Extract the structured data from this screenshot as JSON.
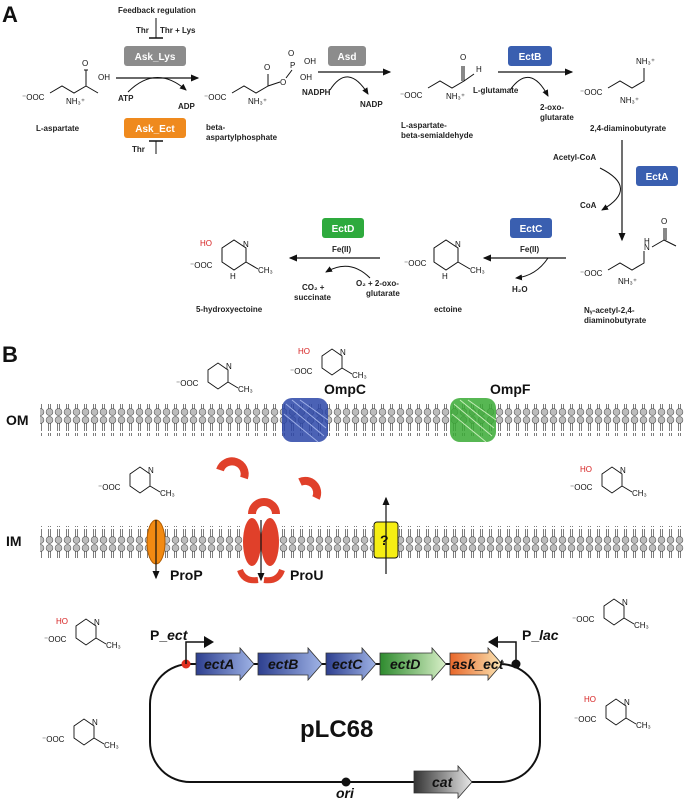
{
  "panel_a": {
    "panel_label": "A",
    "feedback_regulation": "Feedback regulation",
    "thr_a": "Thr",
    "thr_lys": "Thr + Lys",
    "thr_b": "Thr",
    "enzymes": {
      "ask_lys": "Ask_Lys",
      "ask_ect": "Ask_Ect",
      "asd": "Asd",
      "ectB": "EctB",
      "ectA": "EctA",
      "ectC": "EctC",
      "ectD": "EctD"
    },
    "cofactors": {
      "atp": "ATP",
      "adp": "ADP",
      "nadph": "NADPH",
      "nadp": "NADP",
      "l_glutamate": "L-glutamate",
      "oxoglutarate_1": "2-oxo-",
      "oxoglutarate_2": "glutarate",
      "acetyl_coa": "Acetyl-CoA",
      "coa": "CoA",
      "fe_c": "Fe(II)",
      "h2o": "H₂O",
      "fe_d": "Fe(II)",
      "o2_1": "O₂ + 2-oxo-",
      "o2_2": "glutarate",
      "co2_1": "CO₂ +",
      "co2_2": "succinate"
    },
    "compounds": {
      "aspartate": "L-aspartate",
      "bap_1": "beta-",
      "bap_2": "aspartylphosphate",
      "asa_1": "L-aspartate-",
      "asa_2": "beta-semialdehyde",
      "dab": "2,4-diaminobutyrate",
      "nadab_1": "Nᵧ-acetyl-2,4-",
      "nadab_2": "diaminobutyrate",
      "ectoine": "ectoine",
      "hydroxyectoine": "5-hydroxyectoine"
    },
    "atoms": {
      "ooc": "⁻OOC",
      "nh3": "NH₃⁺",
      "oh": "OH",
      "o": "O",
      "p": "P",
      "h": "H",
      "n": "N",
      "ch3": "CH₃",
      "ho": "HO"
    }
  },
  "panel_b": {
    "panel_label": "B",
    "om": "OM",
    "im": "IM",
    "ompc": "OmpC",
    "ompf": "OmpF",
    "prop": "ProP",
    "prou": "ProU",
    "unknown": "?",
    "p_ect_prefix": "P_",
    "p_ect_italic": "ect",
    "p_lac_prefix": "P_",
    "p_lac_italic": "lac",
    "plasmid": "pLC68",
    "ori": "ori",
    "genes": [
      "ectA",
      "ectB",
      "ectC",
      "ectD",
      "ask_ect"
    ],
    "cat": "cat"
  },
  "colors": {
    "grey_enzyme": "#8c8c8c",
    "orange_enzyme": "#ef8a1e",
    "blue_enzyme": "#3a5fb0",
    "green_enzyme": "#2eaa3d",
    "red_hydroxyl": "#d62020",
    "prop_orange": "#f28a12",
    "prou_red": "#e0402a",
    "unknown_yellow": "#f6ee14",
    "ompc_blue": "#2c46a8",
    "ompf_green": "#3aaa35"
  }
}
